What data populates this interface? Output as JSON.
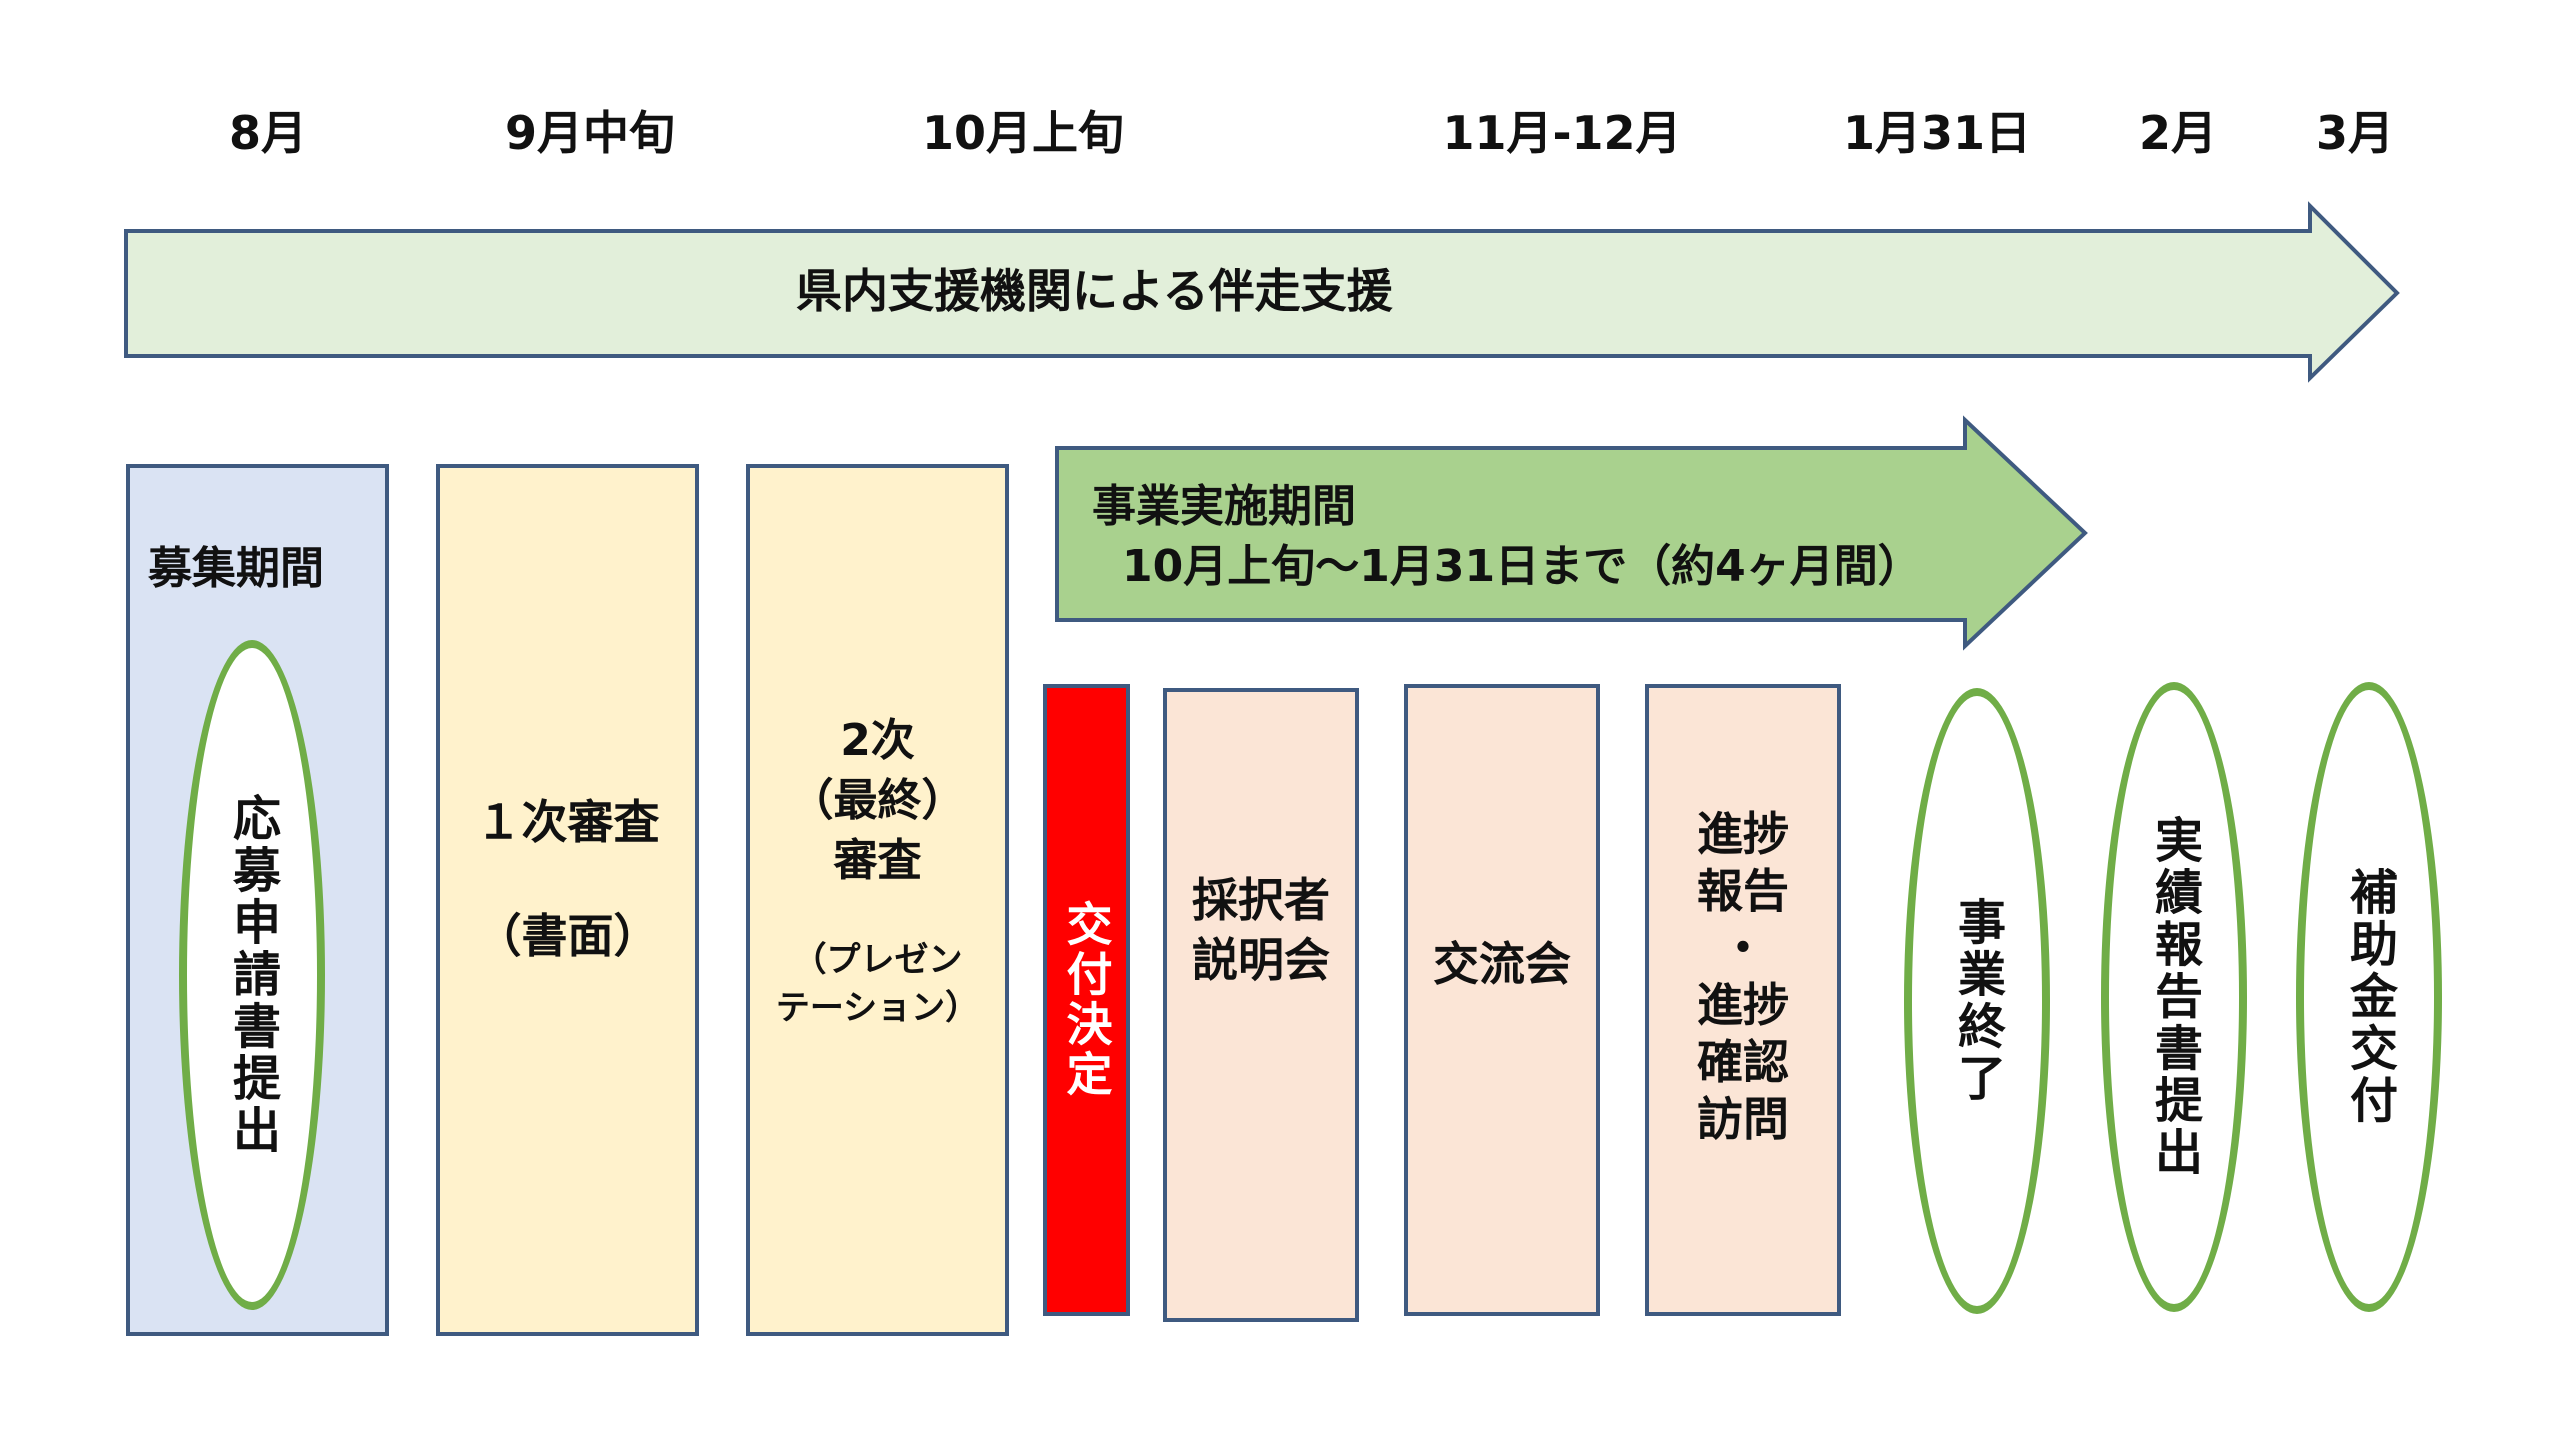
{
  "timeline": [
    "8月",
    "9月中旬",
    "10月上旬",
    "11月-12月",
    "1月31日",
    "2月",
    "3月"
  ],
  "support_arrow": {
    "label": "県内支援機関による伴走支援",
    "color": "#e2efda"
  },
  "implementation_arrow": {
    "title": "事業実施期間",
    "subtitle": "10月上旬～1月31日まで（約4ヶ月間）",
    "color": "#a9d18e"
  },
  "recruitment": {
    "label": "募集期間",
    "ellipse_text": "応募申請書提出",
    "color": "#dae3f3"
  },
  "first_review": {
    "label": "１次審査",
    "note": "（書面）",
    "color": "#fff2cc"
  },
  "second_review": {
    "label": "2次\n（最終）\n審査",
    "note": "（プレゼン\nテーション）",
    "color": "#fff2cc"
  },
  "grant_decision": {
    "label": "交付決定",
    "color": "#ff0000"
  },
  "briefing": {
    "label": "採択者\n説明会",
    "color": "#fbe5d6"
  },
  "exchange": {
    "label": "交流会",
    "color": "#fbe5d6"
  },
  "progress": {
    "label": "進捗\n報告\n・\n進捗\n確認\n訪問",
    "color": "#fbe5d6"
  },
  "project_end": {
    "label": "事業終了"
  },
  "report_submission": {
    "label": "実績報告書提出"
  },
  "subsidy_payment": {
    "label": "補助金交付"
  },
  "ellipse_border_color": "#70ad47"
}
